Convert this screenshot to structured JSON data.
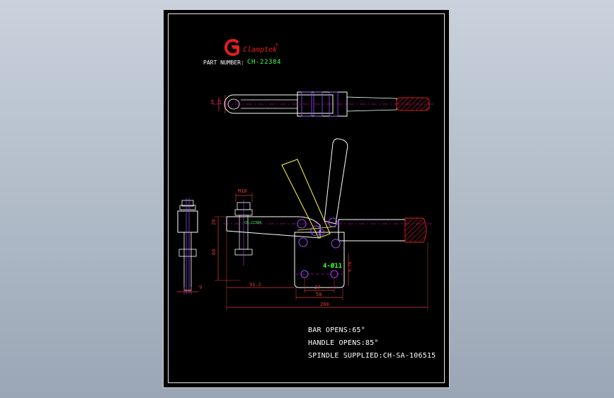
{
  "brand": {
    "name": "Clamptek",
    "mark": "®",
    "logo_color": "#e0201c"
  },
  "part": {
    "label": "PART NUMBER:",
    "number": "CH-22384",
    "engraving": "CH-22384"
  },
  "dimensions": {
    "top_height_outer": "24",
    "top_height_inner": "12",
    "thread": "M10",
    "arm_height": "20",
    "spindle_height": "66",
    "side_width": "9",
    "reach": "91.2",
    "hole_spacing": "37",
    "base_width": "58",
    "overall_length": "260",
    "base_height": "9.76",
    "holes": "4-Ø11"
  },
  "notes": {
    "bar_opens": "BAR OPENS:65°",
    "handle_opens": "HANDLE OPENS:85°",
    "spindle_supplied": "SPINDLE SUPPLIED:CH-SA-106515"
  },
  "colors": {
    "outline": "#ffffff",
    "dimension": "#e03a3a",
    "centerline": "#ff00ff",
    "holes": "#9a4cff",
    "open_position": "#ffff40",
    "highlight_text": "#40ff40",
    "grip": "#d02020"
  }
}
